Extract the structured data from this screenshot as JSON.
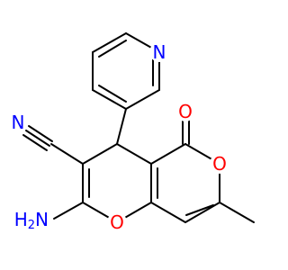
{
  "structure": {
    "atoms": [
      {
        "id": "pyridine-n",
        "text": "N"
      },
      {
        "id": "nitrile-n",
        "text": "N"
      },
      {
        "id": "carbonyl-o",
        "text": "O"
      },
      {
        "id": "lactone-o",
        "text": "O"
      },
      {
        "id": "pyran-o",
        "text": "O"
      },
      {
        "id": "amine",
        "text": "H",
        "subscript": "2",
        "suffix": "N"
      }
    ]
  },
  "colors": {
    "nitrogen": "#0000ff",
    "oxygen": "#ff0000",
    "bond": "#000000"
  }
}
